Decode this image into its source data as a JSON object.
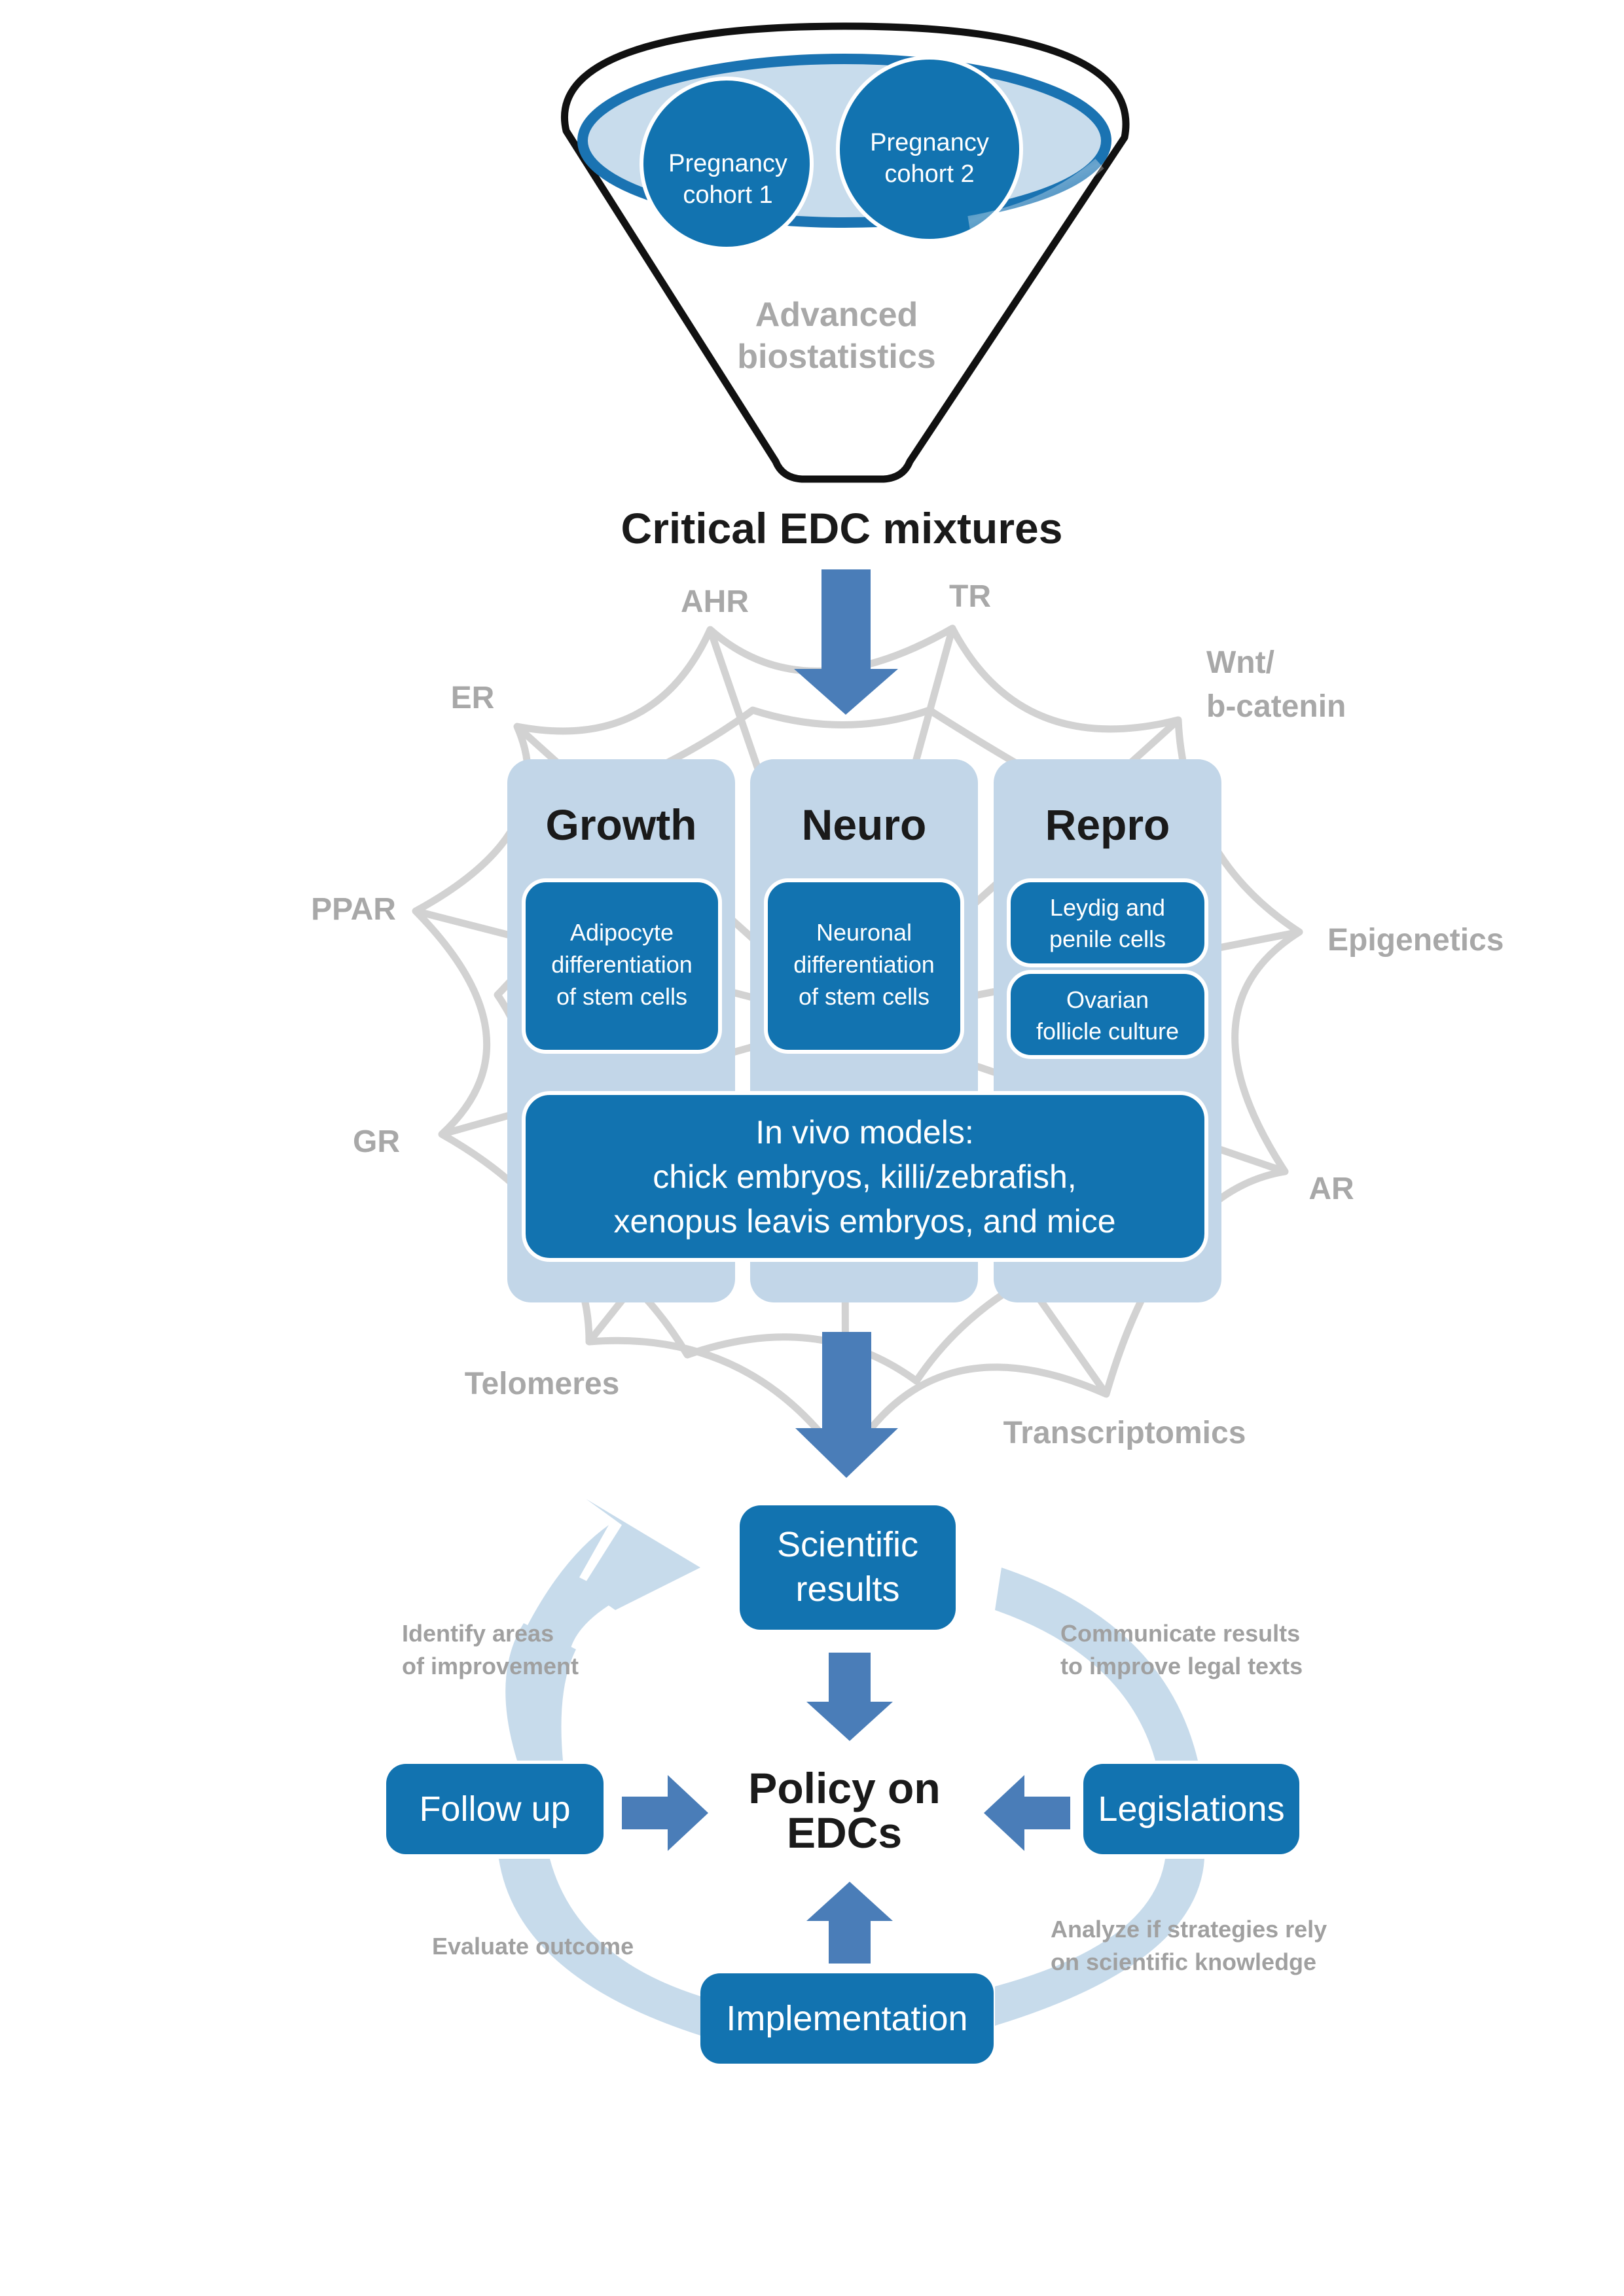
{
  "colors": {
    "dark_blue": "#1273b0",
    "light_blue_panel": "#c2d6e8",
    "arrow_blue": "#4a7db8",
    "cycle_light": "#c7dbeb",
    "web_grey": "#d2d2d2",
    "label_grey": "#a8a8a8"
  },
  "funnel": {
    "cohorts": [
      {
        "line1": "Pregnancy",
        "line2": "cohort 1"
      },
      {
        "line1": "Pregnancy",
        "line2": "cohort 2"
      }
    ],
    "label_line1": "Advanced",
    "label_line2": "biostatistics",
    "output": "Critical EDC mixtures"
  },
  "web_labels": {
    "ahr": "AHR",
    "tr": "TR",
    "er": "ER",
    "wnt_line1": "Wnt/",
    "wnt_line2": "b-catenin",
    "ppar": "PPAR",
    "epigenetics": "Epigenetics",
    "gr": "GR",
    "ar": "AR",
    "telomeres": "Telomeres",
    "transcriptomics": "Transcriptomics"
  },
  "panels": [
    {
      "title": "Growth",
      "boxes": [
        {
          "lines": [
            "Adipocyte",
            "differentiation",
            "of stem cells"
          ]
        }
      ]
    },
    {
      "title": "Neuro",
      "boxes": [
        {
          "lines": [
            "Neuronal",
            "differentiation",
            "of stem cells"
          ]
        }
      ]
    },
    {
      "title": "Repro",
      "boxes": [
        {
          "lines": [
            "Leydig and",
            "penile cells"
          ]
        },
        {
          "lines": [
            "Ovarian",
            "follicle culture"
          ]
        }
      ]
    }
  ],
  "in_vivo": {
    "line1": "In vivo models:",
    "line2": "chick embryos, killi/zebrafish,",
    "line3": "xenopus leavis embryos, and mice"
  },
  "cycle": {
    "center_line1": "Policy on",
    "center_line2": "EDCs",
    "scientific_line1": "Scientific",
    "scientific_line2": "results",
    "legislations": "Legislations",
    "follow_up": "Follow up",
    "implementation": "Implementation",
    "notes": {
      "identify_line1": "Identify areas",
      "identify_line2": "of improvement",
      "communicate_line1": "Communicate results",
      "communicate_line2": "to improve legal texts",
      "evaluate": "Evaluate outcome",
      "analyze_line1": "Analyze if strategies rely",
      "analyze_line2": "on scientific knowledge"
    }
  }
}
